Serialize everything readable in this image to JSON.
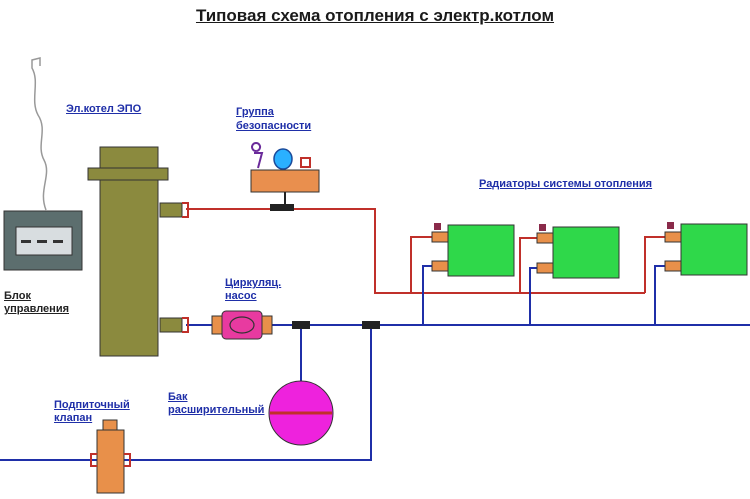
{
  "title": "Типовая схема отопления с электр.котлом",
  "labels": {
    "boiler": "Эл.котел ЭПО",
    "safety_group_line1": "Группа",
    "safety_group_line2": "безопасности",
    "radiators": "Радиаторы системы отопления",
    "pump_line1": "Циркуляц.",
    "pump_line2": "насос",
    "control_unit_line1": "Блок",
    "control_unit_line2": "управления",
    "feed_valve_line1": "Подпиточный",
    "feed_valve_line2": "клапан",
    "tank_line1": "Бак",
    "tank_line2": "расширительный"
  },
  "colors": {
    "supply_pipe": "#c0302a",
    "return_pipe": "#1f2fa8",
    "boiler": "#8b8a3e",
    "radiator": "#2fd84a",
    "pump": "#e83aa0",
    "tank": "#ee22dd",
    "valve": "#e8904a",
    "control_unit": "#5c6e6e",
    "safety_group": "#e98f4e",
    "label_text": "#1f2fa8"
  }
}
